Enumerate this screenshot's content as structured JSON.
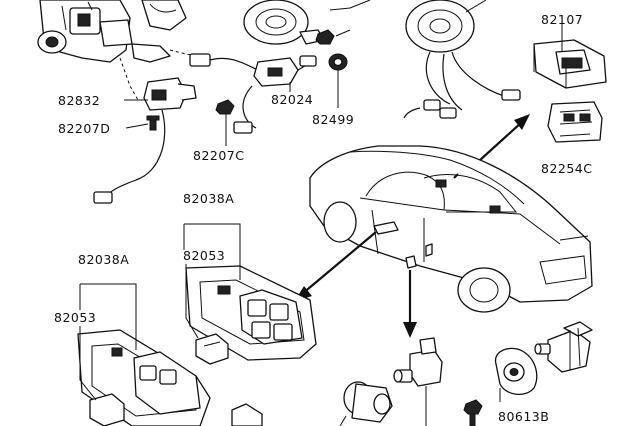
{
  "labels": {
    "p82107": "82107",
    "p82832": "82832",
    "p82024": "82024",
    "p82499": "82499",
    "p82207D": "82207D",
    "p82207C": "82207C",
    "p82254C": "82254C",
    "p82038A_upper": "82038A",
    "p82053_upper": "82053",
    "p82038A_lower": "82038A",
    "p82053_lower": "82053",
    "p80613B": "80613B"
  }
}
